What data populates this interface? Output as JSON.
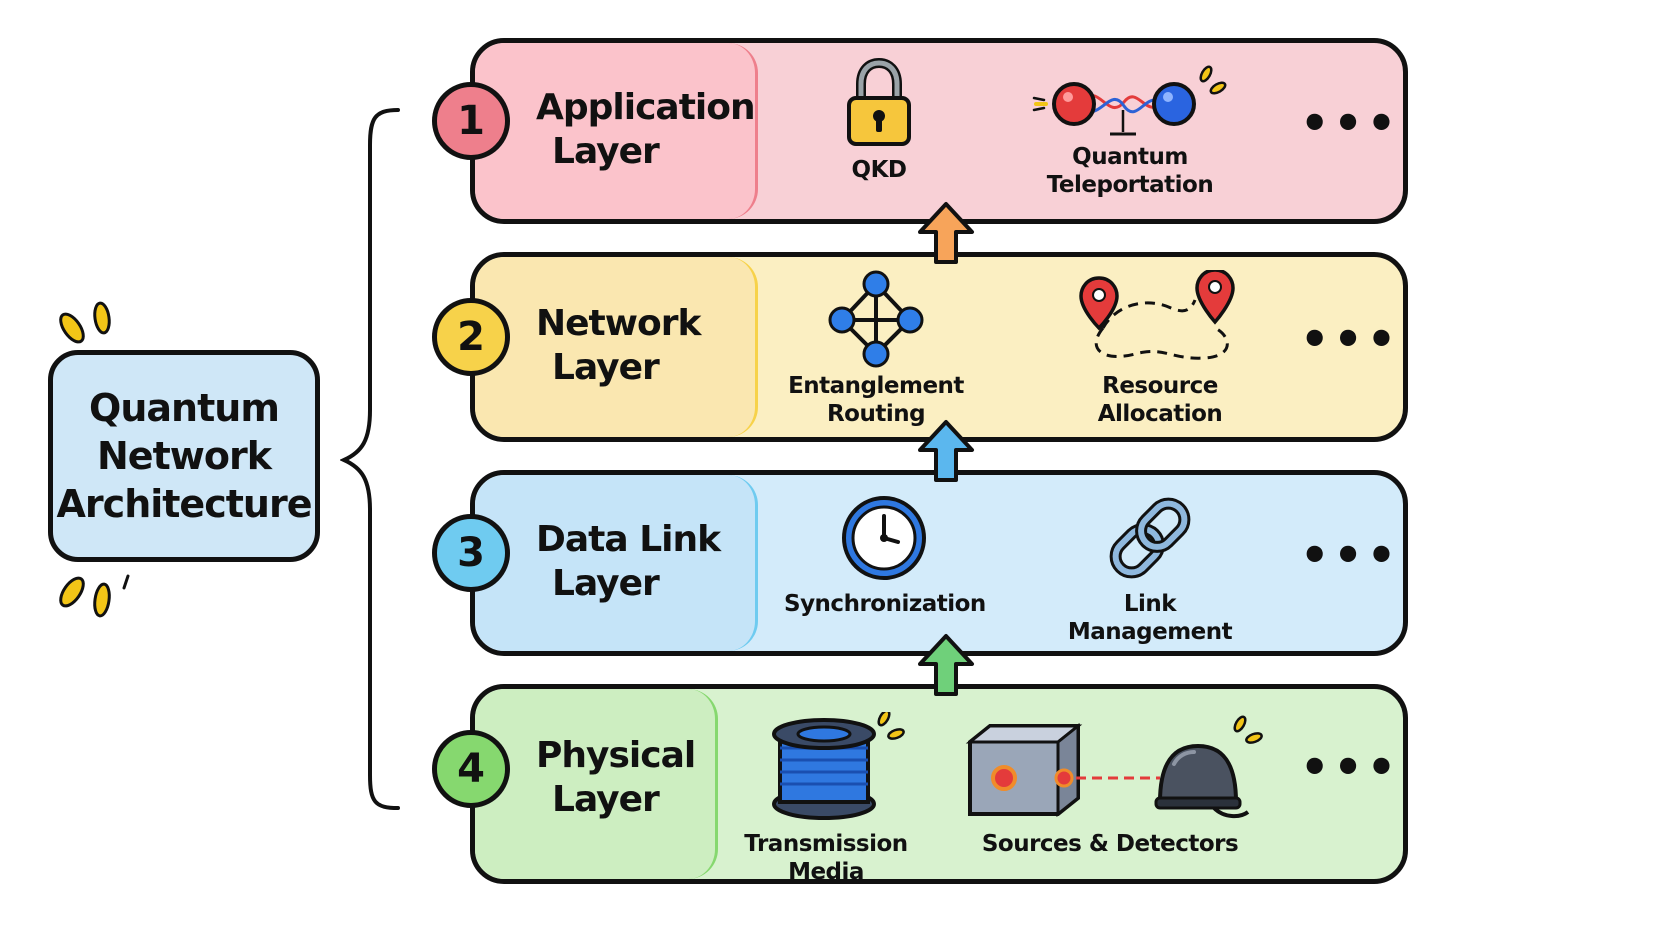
{
  "root": {
    "title_lines": [
      "Quantum",
      "Network",
      "Architecture"
    ]
  },
  "layers": [
    {
      "number": "1",
      "name_lines": [
        "Application",
        "Layer"
      ],
      "fill": "#f8d0d6",
      "head_fill": "#fbc3cb",
      "badge_fill": "#ee7f8c",
      "items": [
        {
          "icon": "padlock-icon",
          "label_lines": [
            "QKD"
          ]
        },
        {
          "icon": "teleportation-icon",
          "label_lines": [
            "Quantum",
            "Teleportation"
          ]
        }
      ],
      "more": "•••"
    },
    {
      "number": "2",
      "name_lines": [
        "Network",
        "Layer"
      ],
      "fill": "#fbefc2",
      "head_fill": "#fae7b0",
      "badge_fill": "#f7d24a",
      "items": [
        {
          "icon": "network-graph-icon",
          "label_lines": [
            "Entanglement",
            "Routing"
          ]
        },
        {
          "icon": "route-pins-icon",
          "label_lines": [
            "Resource",
            "Allocation"
          ]
        }
      ],
      "more": "•••"
    },
    {
      "number": "3",
      "name_lines": [
        "Data Link",
        "Layer"
      ],
      "fill": "#d3ebfa",
      "head_fill": "#c5e4f8",
      "badge_fill": "#6fcbf0",
      "items": [
        {
          "icon": "clock-icon",
          "label_lines": [
            "Synchronization"
          ]
        },
        {
          "icon": "chain-link-icon",
          "label_lines": [
            "Link Management"
          ]
        }
      ],
      "more": "•••"
    },
    {
      "number": "4",
      "name_lines": [
        "Physical",
        "Layer"
      ],
      "fill": "#d8f2cf",
      "head_fill": "#cdeec1",
      "badge_fill": "#86d86f",
      "items": [
        {
          "icon": "fiber-spool-icon",
          "label_lines": [
            "Transmission Media"
          ]
        },
        {
          "icon": "source-detector-icon",
          "label_lines": [
            "Sources & Detectors"
          ]
        }
      ],
      "more": "•••"
    }
  ],
  "colors": {
    "arrow_orange": "#f7a45a",
    "arrow_blue": "#5bb7ee",
    "arrow_green": "#6fd07a",
    "accent_yellow": "#f2c517"
  }
}
